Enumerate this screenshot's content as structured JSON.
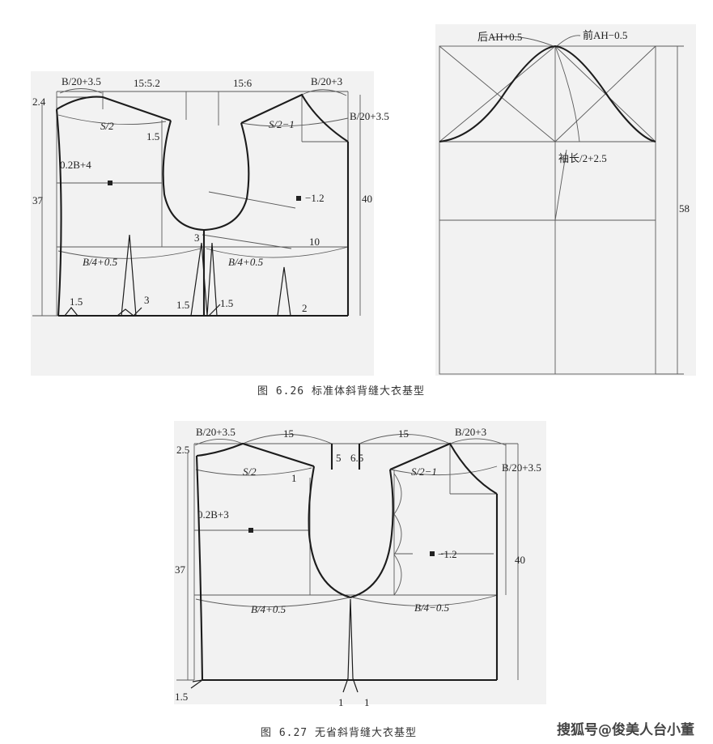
{
  "figure1": {
    "caption": "图 6.26  标准体斜背缝大衣基型",
    "bodice_labels": {
      "back_neck_width": "B/20+3.5",
      "back_shoulder": "15:5.2",
      "front_shoulder": "15:6",
      "front_neck_width": "B/20+3",
      "back_neck_drop": "2.4",
      "back_shoulder_half": "S/2",
      "front_shoulder_half": "S/2−1",
      "front_neck_depth": "B/20+3.5",
      "back_shoulder_drop": "1.5",
      "back_width": "0.2B+4",
      "armhole_offset": "−1.2",
      "back_length": "37",
      "front_length": "40",
      "side_seam_point": "3",
      "front_dart_offset": "10",
      "back_bust": "B/4+0.5",
      "front_bust": "B/4+0.5",
      "hem_back_left": "1.5",
      "hem_back_dart": "3",
      "hem_side_left": "1.5",
      "hem_side_right": "1.5",
      "hem_front_dart": "2"
    },
    "sleeve_labels": {
      "back_ah": "后AH+0.5",
      "front_ah": "前AH−0.5",
      "cap_height": "袖长/2+2.5",
      "sleeve_length": "58"
    }
  },
  "figure2": {
    "caption": "图 6.27  无省斜背缝大衣基型",
    "labels": {
      "back_neck_width": "B/20+3.5",
      "back_shoulder": "15",
      "front_shoulder": "15",
      "front_neck_width": "B/20+3",
      "back_neck_drop": "2.5",
      "back_shoulder_half": "S/2",
      "back_shoulder_extend": "5",
      "front_shoulder_extend": "6.5",
      "front_shoulder_half": "S/2−1",
      "front_neck_depth": "B/20+3.5",
      "back_shoulder_drop": "1",
      "back_width": "0.2B+3",
      "armhole_offset": "−1.2",
      "back_length": "37",
      "front_length": "40",
      "back_bust": "B/4+0.5",
      "front_bust": "B/4−0.5",
      "hem_left": "1.5",
      "hem_split_left": "1",
      "hem_split_right": "1"
    }
  },
  "watermark": "搜狐号@俊美人台小董"
}
